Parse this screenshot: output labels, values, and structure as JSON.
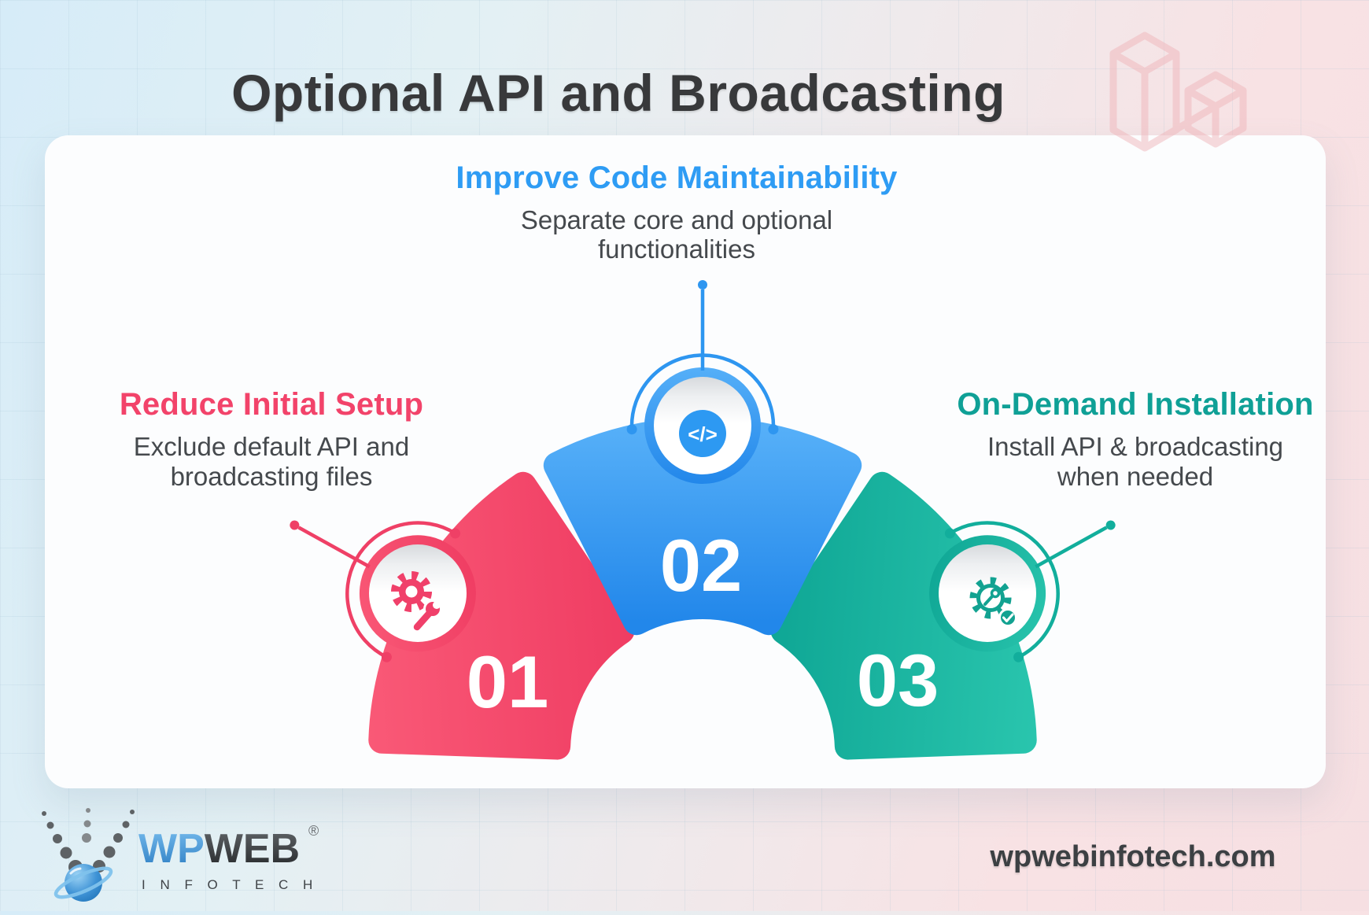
{
  "title": "Optional API and Broadcasting",
  "steps": [
    {
      "number": "01",
      "heading": "Reduce Initial Setup",
      "line1": "Exclude default API and",
      "line2": "broadcasting files",
      "accent_color": "#f2436a",
      "icon": "gear-wrench-icon"
    },
    {
      "number": "02",
      "heading": "Improve Code Maintainability",
      "line1": "Separate core and optional",
      "line2": "functionalities",
      "accent_color": "#2e9cf4",
      "icon": "code-icon",
      "icon_glyph": "</>"
    },
    {
      "number": "03",
      "heading": "On-Demand Installation",
      "line1": "Install API & broadcasting",
      "line2": "when needed",
      "accent_color": "#0fa096",
      "icon": "gear-check-icon"
    }
  ],
  "logo": {
    "wp": "WP",
    "web": "WEB",
    "reg": "®",
    "infotech": "I N F O T E C H"
  },
  "footer": {
    "website": "wpwebinfotech.com"
  },
  "colors": {
    "pink_gradient": [
      "#fa5b78",
      "#ee3960"
    ],
    "blue_gradient": [
      "#55aff8",
      "#2287ea"
    ],
    "teal_gradient": [
      "#2bc7af",
      "#0ca392"
    ],
    "card_bg": "#fcfdfe",
    "title_text": "#38393b",
    "body_text": "#45494d",
    "watermark": "#f0b6bb"
  }
}
